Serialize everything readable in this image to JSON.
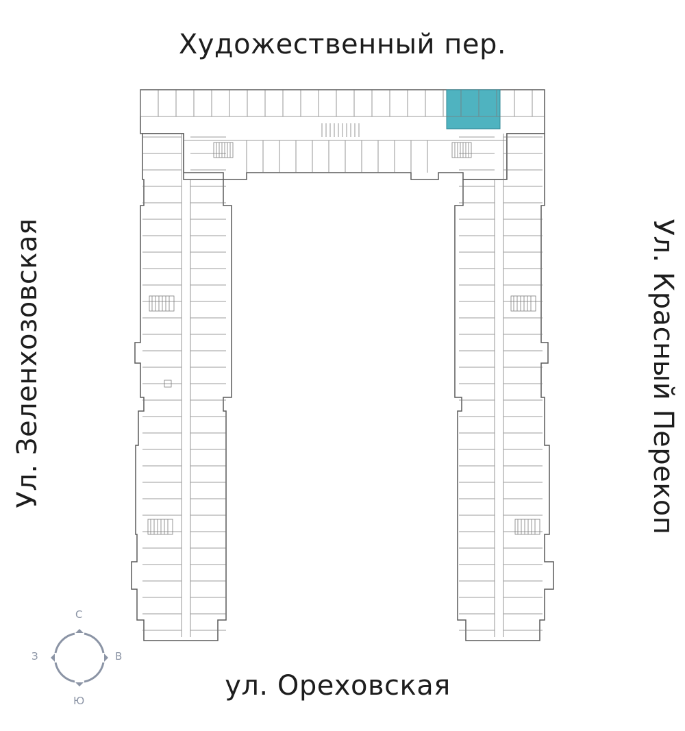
{
  "streets": {
    "north": "Художественный пер.",
    "south": "ул. Ореховская",
    "west": "Ул. Зеленхозовская",
    "east": "Ул. Красный Перекоп"
  },
  "highlight_color": "#4fb3c0",
  "compass": {
    "north": "С",
    "south": "Ю",
    "west": "З",
    "east": "В"
  },
  "compass_color": "#8b94a5"
}
